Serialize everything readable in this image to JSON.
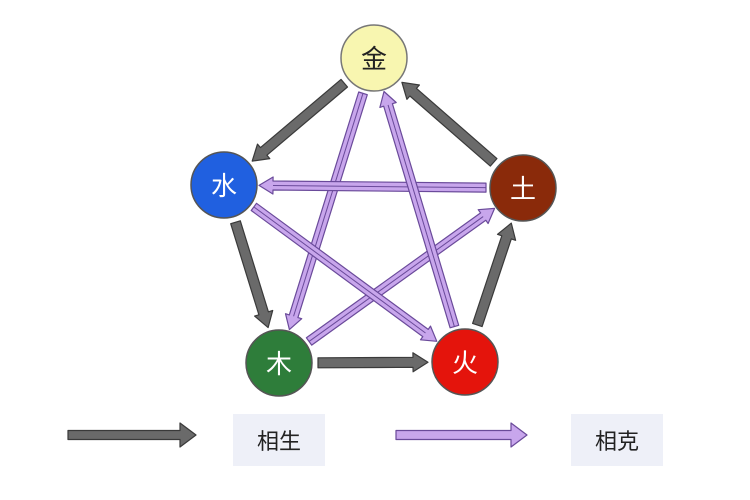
{
  "elements": {
    "metal": {
      "label": "金",
      "color": "#f8f6b0",
      "text_color": "#222222"
    },
    "earth": {
      "label": "土",
      "color": "#8a2a0a",
      "text_color": "#ffffff"
    },
    "fire": {
      "label": "火",
      "color": "#e4140c",
      "text_color": "#ffffff"
    },
    "wood": {
      "label": "木",
      "color": "#2e7d3a",
      "text_color": "#ffffff"
    },
    "water": {
      "label": "水",
      "color": "#2060e0",
      "text_color": "#ffffff"
    }
  },
  "generating_cycle": [
    [
      "wood",
      "fire"
    ],
    [
      "fire",
      "earth"
    ],
    [
      "earth",
      "metal"
    ],
    [
      "metal",
      "water"
    ],
    [
      "water",
      "wood"
    ]
  ],
  "controlling_cycle": [
    [
      "metal",
      "wood"
    ],
    [
      "wood",
      "earth"
    ],
    [
      "earth",
      "water"
    ],
    [
      "water",
      "fire"
    ],
    [
      "fire",
      "metal"
    ]
  ],
  "legend": {
    "generating_label": "相生",
    "controlling_label": "相克",
    "generating_color": "#6a6a6a",
    "controlling_color": "#c8a6ec"
  }
}
